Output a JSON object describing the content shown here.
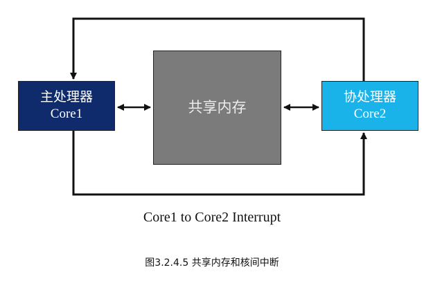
{
  "diagram": {
    "main_processor": {
      "title": "主处理器",
      "subtitle": "Core1",
      "color": "#0f2b6b"
    },
    "shared_memory": {
      "title": "共享内存",
      "color": "#7b7b7b"
    },
    "co_processor": {
      "title": "协处理器",
      "subtitle": "Core2",
      "color": "#19b3ea"
    },
    "interrupt_label": "Core1 to Core2 Interrupt",
    "figure_caption": "图3.2.4.5 共享内存和核间中断"
  }
}
